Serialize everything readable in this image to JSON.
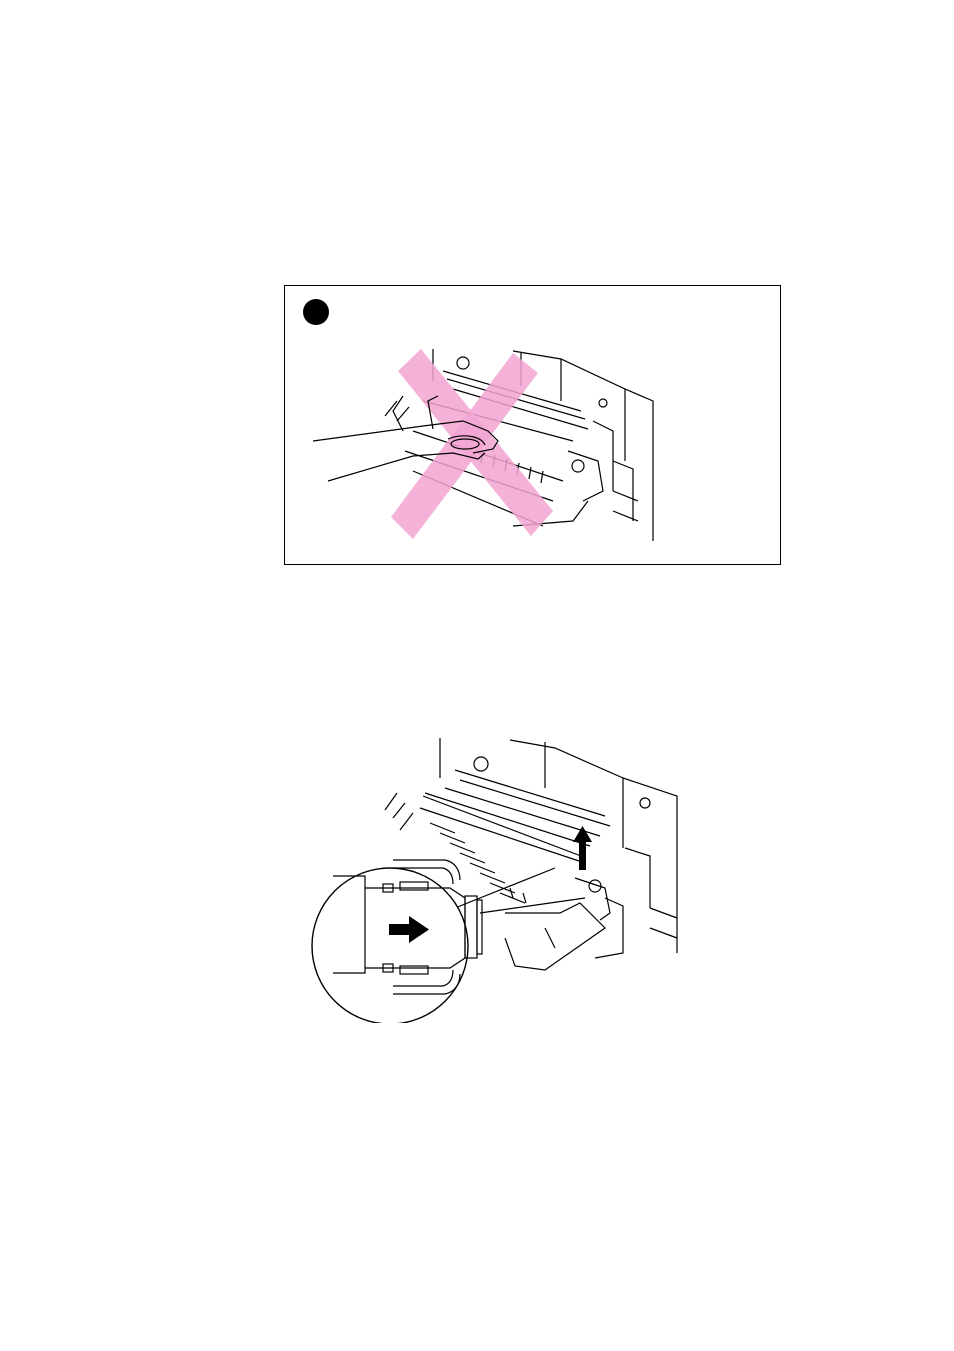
{
  "page": {
    "background": "#ffffff"
  },
  "warning_panel": {
    "marker_icon": "filled-circle-icon",
    "prohibition_icon": "cross-out-icon",
    "prohibition_color": "#f2a5d2",
    "illustration": "hand-touching-fixing-unit"
  },
  "instruction_illustration": {
    "illustration": "fixing-unit-cover-release",
    "lift_arrow_icon": "arrow-up-icon",
    "slide_arrow_icon": "arrow-right-icon",
    "detail_callout": "magnified-latch-detail"
  }
}
